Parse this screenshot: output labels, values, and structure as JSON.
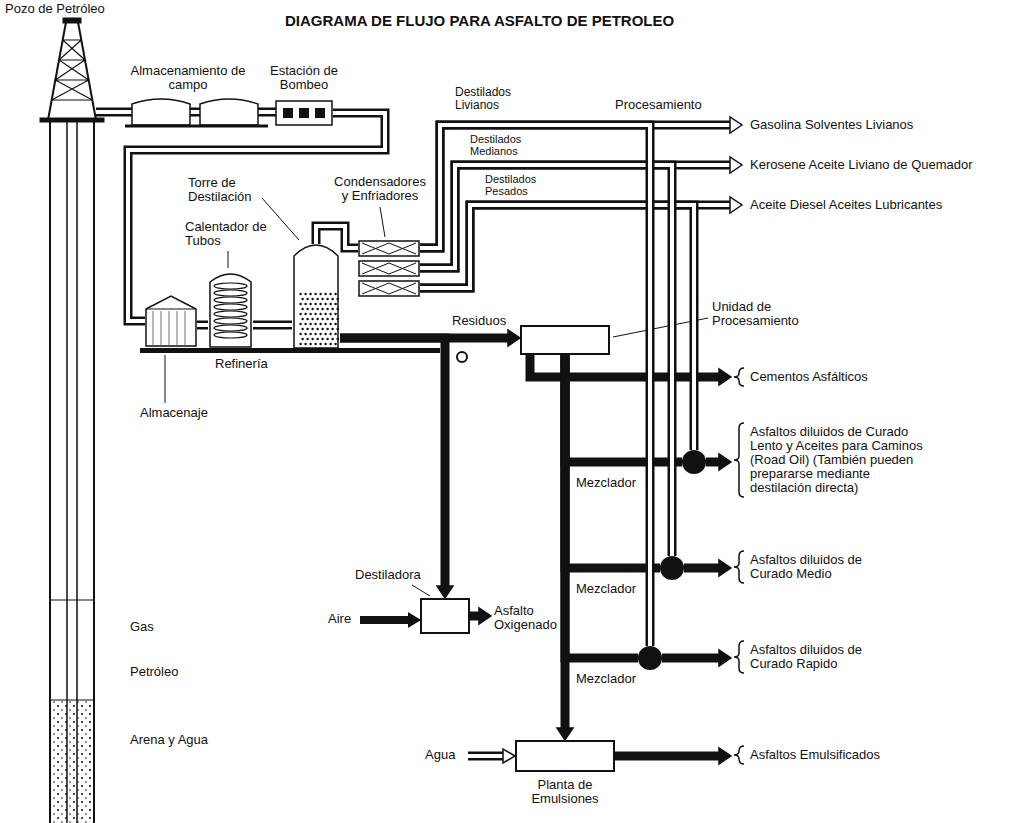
{
  "diagram": {
    "title": "DIAGRAMA DE FLUJO PARA ASFALTO DE PETROLEO",
    "nodes": [
      {
        "text": [
          "Estación de Bombeo"
        ]
      },
      {
        "text": [
          "Almacenaje"
        ]
      },
      {
        "text": [
          "Calentador de Tubos"
        ]
      },
      {
        "text": [
          "Torre de Destilación"
        ]
      },
      {
        "text": [
          "Condensadores y Enfriadores"
        ]
      },
      {
        "text": [
          "Gasolina Solventes Livianos"
        ]
      },
      {
        "text": [
          "Kerosene Aceite Liviano de Quemador"
        ]
      },
      {
        "text": [
          "Aceite Diesel Aceites Lubricantes"
        ]
      },
      {
        "text": [
          "Unidad de Procesamiento"
        ]
      },
      {
        "text": [
          "Cementos Asfálticos"
        ]
      },
      {
        "text": [
          "Mezclador"
        ]
      },
      {
        "text": [
          "Asfaltos diluidos de Curado Lento y Aceites para Caminos (Road Oil) (También pueden prepararse mediante destilación directa)"
        ]
      },
      {
        "text": [
          "Mezclador"
        ]
      },
      {
        "text": [
          "Asfaltos diluidos de Curado Medio"
        ]
      },
      {
        "text": [
          "Mezclador"
        ]
      },
      {
        "text": [
          "Asfaltos diluidos de Curado Rapido"
        ]
      },
      {
        "text": [
          "Destiladora"
        ]
      },
      {
        "text": [
          "Asfalto Oxigenado"
        ]
      },
      {
        "text": [
          "Planta de Emulsiones"
        ]
      },
      {
        "text": [
          "Asfaltos Emulsificados"
        ]
      }
    ],
    "edges": [
      {
        "from": 0,
        "to": 1,
        "arrow": "none"
      },
      {
        "from": 1,
        "to": 2,
        "arrow": "none"
      },
      {
        "from": 2,
        "to": 3,
        "arrow": "none"
      },
      {
        "from": 3,
        "to": 4,
        "arrow": "none"
      },
      {
        "from": 4,
        "to": 5,
        "arrow": "to",
        "label": "Destilados Livianos"
      },
      {
        "from": 4,
        "to": 6,
        "arrow": "to",
        "label": "Destilados Medianos"
      },
      {
        "from": 4,
        "to": 7,
        "arrow": "to",
        "label": "Destilados Pesados"
      },
      {
        "from": 3,
        "to": 8,
        "arrow": "to",
        "label": "Residuos"
      },
      {
        "from": 3,
        "to": 16,
        "arrow": "to"
      },
      {
        "from": 8,
        "to": 9,
        "arrow": "to"
      },
      {
        "from": 8,
        "to": 10,
        "arrow": "none"
      },
      {
        "from": 8,
        "to": 12,
        "arrow": "none"
      },
      {
        "from": 8,
        "to": 14,
        "arrow": "none"
      },
      {
        "from": 8,
        "to": 18,
        "arrow": "to"
      },
      {
        "from": 4,
        "to": 10,
        "arrow": "none"
      },
      {
        "from": 4,
        "to": 12,
        "arrow": "none"
      },
      {
        "from": 4,
        "to": 14,
        "arrow": "none"
      },
      {
        "from": 10,
        "to": 11,
        "arrow": "to"
      },
      {
        "from": 12,
        "to": 13,
        "arrow": "to"
      },
      {
        "from": 14,
        "to": 15,
        "arrow": "to"
      },
      {
        "from": 16,
        "to": 17,
        "arrow": "to"
      },
      {
        "from": 18,
        "to": 19,
        "arrow": "to"
      }
    ],
    "labels": [
      "Pozo de Petróleo",
      "Almacenamiento de campo",
      "Procesamiento",
      "Refinería",
      "Aire",
      "Agua",
      "Gas",
      "Petróleo",
      "Arena y Agua"
    ]
  }
}
